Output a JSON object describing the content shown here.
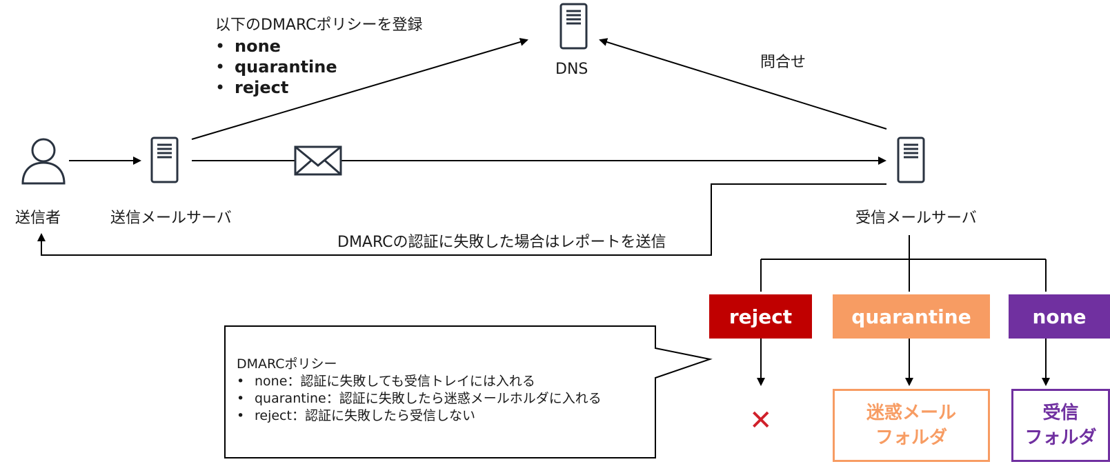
{
  "dns_label": "DNS",
  "register_policy": {
    "heading": "以下のDMARCポリシーを登録",
    "items": [
      "none",
      "quarantine",
      "reject"
    ]
  },
  "inquiry_label": "問合せ",
  "sender_label": "送信者",
  "sending_server_label": "送信メールサーバ",
  "receiving_server_label": "受信メールサーバ",
  "report_label": "DMARCの認証に失敗した場合はレポートを送信",
  "policies": {
    "reject": {
      "label": "reject",
      "color": "#c00000"
    },
    "quarantine": {
      "label": "quarantine",
      "color": "#f79c63"
    },
    "none": {
      "label": "none",
      "color": "#7030a0"
    }
  },
  "outcomes": {
    "reject_mark": "✕",
    "reject_mark_color": "#d0202a",
    "junk_folder": [
      "迷惑メール",
      "フォルダ"
    ],
    "inbox_folder": [
      "受信",
      "フォルダ"
    ]
  },
  "note": {
    "title": "DMARCポリシー",
    "rows": [
      "none：認証に失敗しても受信トレイには入れる",
      "quarantine：認証に失敗したら迷惑メールホルダに入れる",
      "reject：認証に失敗したら受信しない"
    ]
  }
}
